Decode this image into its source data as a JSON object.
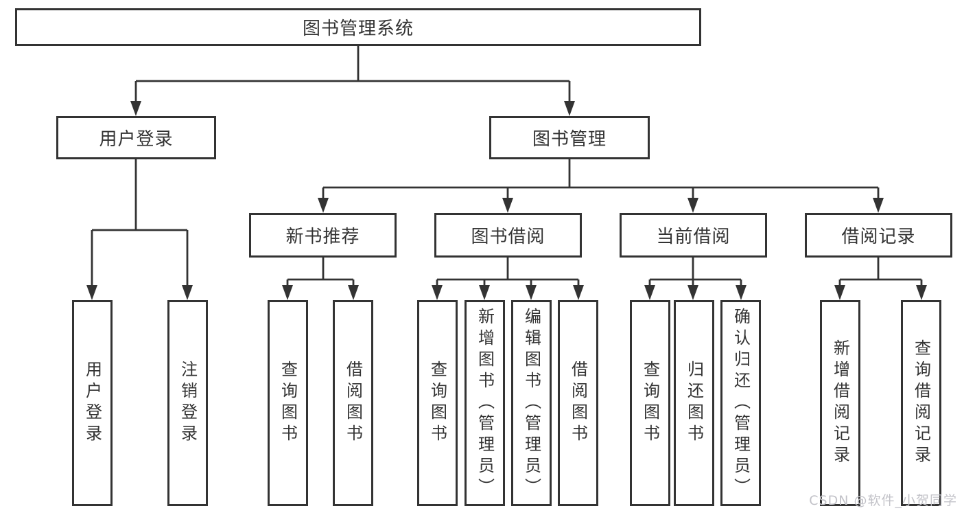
{
  "colors": {
    "line": "#333333",
    "text": "#333333",
    "background": "#ffffff",
    "watermark": "#c2c2c8"
  },
  "tree": {
    "root": {
      "label": "图书管理系统"
    },
    "branches": [
      {
        "label": "用户登录",
        "children": [
          {
            "label": "用户登录"
          },
          {
            "label": "注销登录"
          }
        ]
      },
      {
        "label": "图书管理",
        "children": [
          {
            "label": "新书推荐",
            "children": [
              {
                "label": "查询图书"
              },
              {
                "label": "借阅图书"
              }
            ]
          },
          {
            "label": "图书借阅",
            "children": [
              {
                "label": "查询图书"
              },
              {
                "label": "新增图书（管理员）"
              },
              {
                "label": "编辑图书（管理员）"
              },
              {
                "label": "借阅图书"
              }
            ]
          },
          {
            "label": "当前借阅",
            "children": [
              {
                "label": "查询图书"
              },
              {
                "label": "归还图书"
              },
              {
                "label": "确认归还（管理员）"
              }
            ]
          },
          {
            "label": "借阅记录",
            "children": [
              {
                "label": "新增借阅记录"
              },
              {
                "label": "查询借阅记录"
              }
            ]
          }
        ]
      }
    ]
  },
  "watermark": {
    "text": "CSDN @软件_小贺同学"
  }
}
